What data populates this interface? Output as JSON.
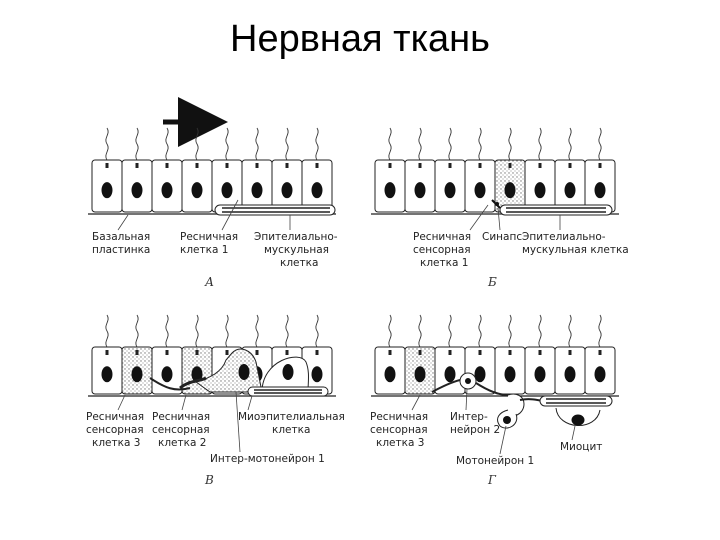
{
  "title": "Нервная ткань",
  "panels": {
    "A": {
      "letter": "А",
      "labels": {
        "basal": [
          "Базальная",
          "пластинка"
        ],
        "ciliated1": [
          "Ресничная",
          "клетка 1"
        ],
        "epithelial_muscular": [
          "Эпителиально-",
          "мускульная",
          "клетка"
        ]
      }
    },
    "B": {
      "letter": "Б",
      "labels": {
        "ciliated_sensory1": [
          "Ресничная",
          "сенсорная",
          "клетка 1"
        ],
        "synapse": "Синапс",
        "epithelial_muscular": [
          "Эпителиально-",
          "мускульная клетка"
        ]
      }
    },
    "V": {
      "letter": "В",
      "labels": {
        "ciliated_sensory3": [
          "Ресничная",
          "сенсорная",
          "клетка 3"
        ],
        "ciliated_sensory2": [
          "Ресничная",
          "сенсорная",
          "клетка 2"
        ],
        "myoepithelial": [
          "Миоэпителиальная",
          "клетка"
        ],
        "inter_motoneuron1": "Интер-мотонейрон 1"
      }
    },
    "G": {
      "letter": "Г",
      "labels": {
        "ciliated_sensory3": [
          "Ресничная",
          "сенсорная",
          "клетка 3"
        ],
        "interneuron2": [
          "Интер-",
          "нейрон 2"
        ],
        "motoneuron1": "Мотонейрон 1",
        "myocyte": "Миоцит"
      }
    }
  }
}
